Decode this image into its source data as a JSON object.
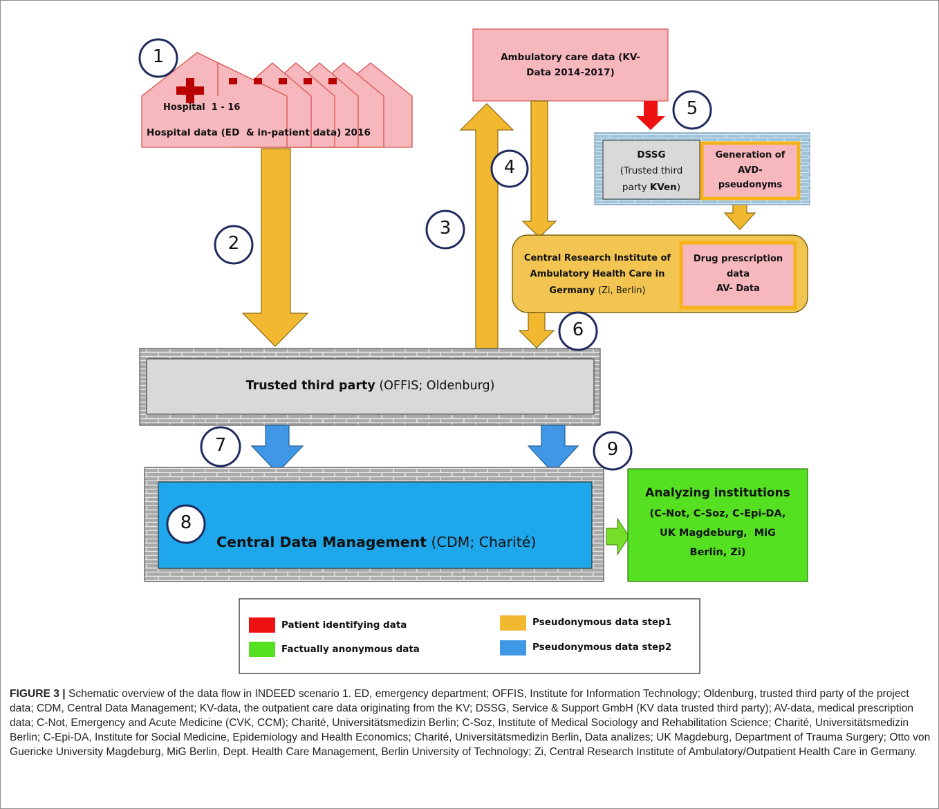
{
  "hospital": {
    "title": "Hospital  1 - 16",
    "data": "Hospital data (ED  & in-patient data) 2016"
  },
  "ambulatory": {
    "line1": "Ambulatory care data (KV-",
    "line2": "Data 2014-2017)"
  },
  "dssg": {
    "l1": "DSSG",
    "l2": "(Trusted third",
    "l3a": "party ",
    "l3b": "KVen",
    "l3c": ")"
  },
  "generation": {
    "l1": "Generation of",
    "l2": "AVD-",
    "l3": "pseudonyms"
  },
  "zi": {
    "l1": "Central Research Institute of",
    "l2": "Ambulatory Health Care in",
    "l3a": "Germany ",
    "l3b": "(Zi, Berlin)"
  },
  "drug": {
    "l1": "Drug prescription",
    "l2": "data",
    "l3": "AV- Data"
  },
  "ttp": {
    "bold": "Trusted third party",
    "rest": " (OFFIS; Oldenburg)"
  },
  "cdm": {
    "bold": "Central Data Management",
    "rest": " (CDM; Charité)"
  },
  "analyzing": {
    "title": "Analyzing institutions",
    "l1": "(C-Not, C-Soz, C-Epi-DA,",
    "l2": "UK Magdeburg,  MiG",
    "l3": "Berlin, Zi)"
  },
  "steps": [
    "1",
    "2",
    "3",
    "4",
    "5",
    "6",
    "7",
    "8",
    "9"
  ],
  "legend": {
    "items": [
      {
        "label": "Patient identifying data",
        "color": "#ee1111"
      },
      {
        "label": "Factually anonymous data",
        "color": "#55e022"
      },
      {
        "label": "Pseudonymous data step1",
        "color": "#f2b830"
      },
      {
        "label": "Pseudonymous data step2",
        "color": "#3f97e6"
      }
    ]
  },
  "caption": {
    "label": "FIGURE 3 |",
    "text": " Schematic overview of the data flow in INDEED scenario 1. ED, emergency department; OFFIS, Institute for Information Technology; Oldenburg, trusted third party of the project data; CDM, Central Data Management; KV-data, the outpatient care data originating from the KV; DSSG, Service & Support GmbH (KV data trusted third party); AV-data, medical prescription data; C-Not, Emergency and Acute Medicine (CVK, CCM); Charité, Universitätsmedizin Berlin; C-Soz, Institute of Medical Sociology and Rehabilitation Science; Charité, Universitätsmedizin Berlin; C-Epi-DA, Institute for Social Medicine, Epidemiology and Health Economics; Charité, Universitätsmedizin Berlin, Data analizes; UK Magdeburg, Department of Trauma Surgery; Otto von Guericke University Magdeburg, MiG Berlin, Dept. Health Care Management, Berlin University of Technology; Zi, Central Research Institute of Ambulatory/Outpatient Health Care in Germany."
  }
}
